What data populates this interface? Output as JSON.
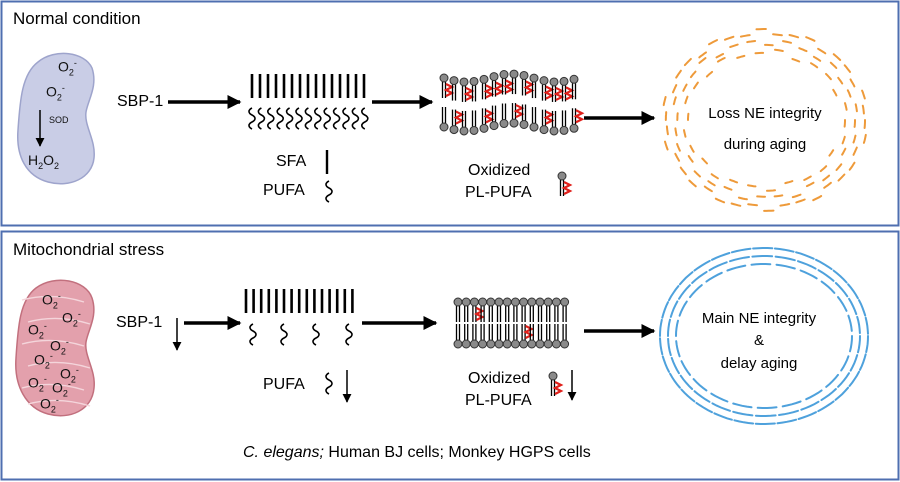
{
  "panels": {
    "normal": {
      "title": "Normal condition",
      "sbp": "SBP-1",
      "legend_sfa": "SFA",
      "legend_pufa": "PUFA",
      "oxidized_line1": "Oxidized",
      "oxidized_line2": "PL-PUFA",
      "outcome_line1": "Loss NE integrity",
      "outcome_line2": "during aging",
      "mito": {
        "ion": "O",
        "ion_sub": "2",
        "ion_sup": "-",
        "enzyme": "SOD",
        "product": "H",
        "product_sub1": "2",
        "product_mid": "O",
        "product_sub2": "2"
      }
    },
    "stress": {
      "title": "Mitochondrial stress",
      "sbp": "SBP-1",
      "legend_pufa": "PUFA",
      "oxidized_line1": "Oxidized",
      "oxidized_line2": "PL-PUFA",
      "outcome_line1": "Main NE integrity",
      "outcome_line2": "&",
      "outcome_line3": "delay aging",
      "mito": {
        "ion": "O",
        "ion_sub": "2",
        "ion_sup": "-"
      }
    }
  },
  "footer": {
    "italic": "C. elegans;",
    "rest": " Human BJ cells; Monkey HGPS cells"
  },
  "colors": {
    "border": "#4f6fb0",
    "mito_normal": "#c9cde6",
    "mito_stress": "#e3a0ac",
    "ne_normal": "#ee9a3a",
    "ne_stress": "#4ea1dc",
    "oxidized_tail": "#e0201b"
  }
}
